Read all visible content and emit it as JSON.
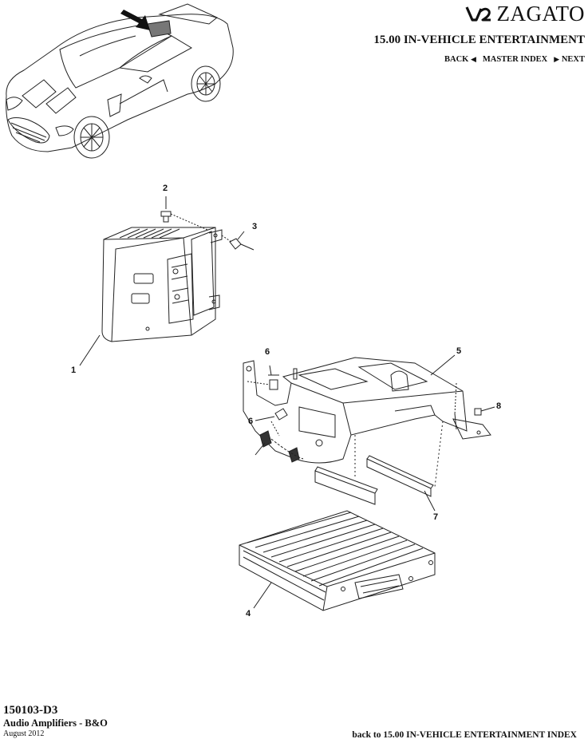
{
  "header": {
    "brand_logo_text": "V12",
    "brand_name": "ZAGATO",
    "section_title": "15.00 IN-VEHICLE ENTERTAINMENT",
    "nav": {
      "back": "BACK",
      "master_index": "MASTER INDEX",
      "next": "NEXT"
    }
  },
  "diagram": {
    "callouts": [
      {
        "id": "c1",
        "label": "1"
      },
      {
        "id": "c2",
        "label": "2"
      },
      {
        "id": "c3",
        "label": "3"
      },
      {
        "id": "c4",
        "label": "4"
      },
      {
        "id": "c5",
        "label": "5"
      },
      {
        "id": "c6a",
        "label": "6"
      },
      {
        "id": "c6b",
        "label": "6"
      },
      {
        "id": "c7",
        "label": "7"
      },
      {
        "id": "c8",
        "label": "8"
      }
    ]
  },
  "footer": {
    "code": "150103-D3",
    "title": "Audio Amplifiers - B&O",
    "date": "August 2012",
    "back_link": "back to 15.00 IN-VEHICLE ENTERTAINMENT INDEX"
  }
}
